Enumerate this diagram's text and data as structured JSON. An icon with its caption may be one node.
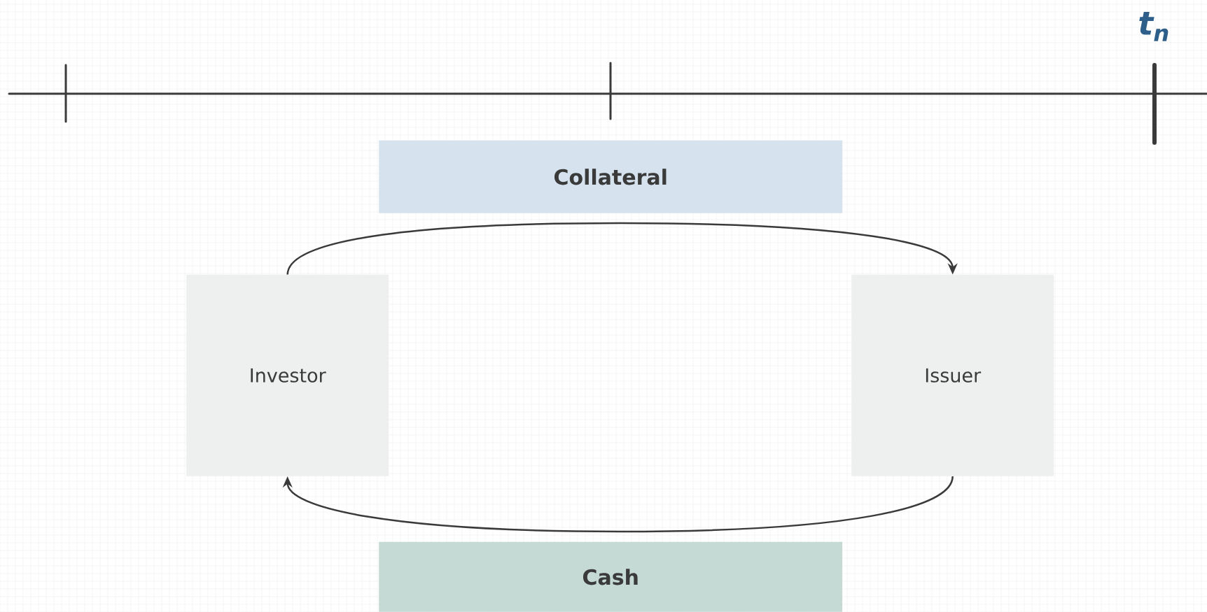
{
  "diagram": {
    "nodes": [
      {
        "text": [
          "Collateral"
        ]
      },
      {
        "text": [
          "Investor"
        ]
      },
      {
        "text": [
          "Issuer"
        ]
      },
      {
        "text": [
          "Cash"
        ]
      }
    ],
    "edges": [
      {
        "from": 1,
        "to": 2,
        "arrow": "to"
      },
      {
        "from": 2,
        "to": 1,
        "arrow": "to"
      }
    ],
    "labels": [
      "t$_{n}$"
    ]
  }
}
